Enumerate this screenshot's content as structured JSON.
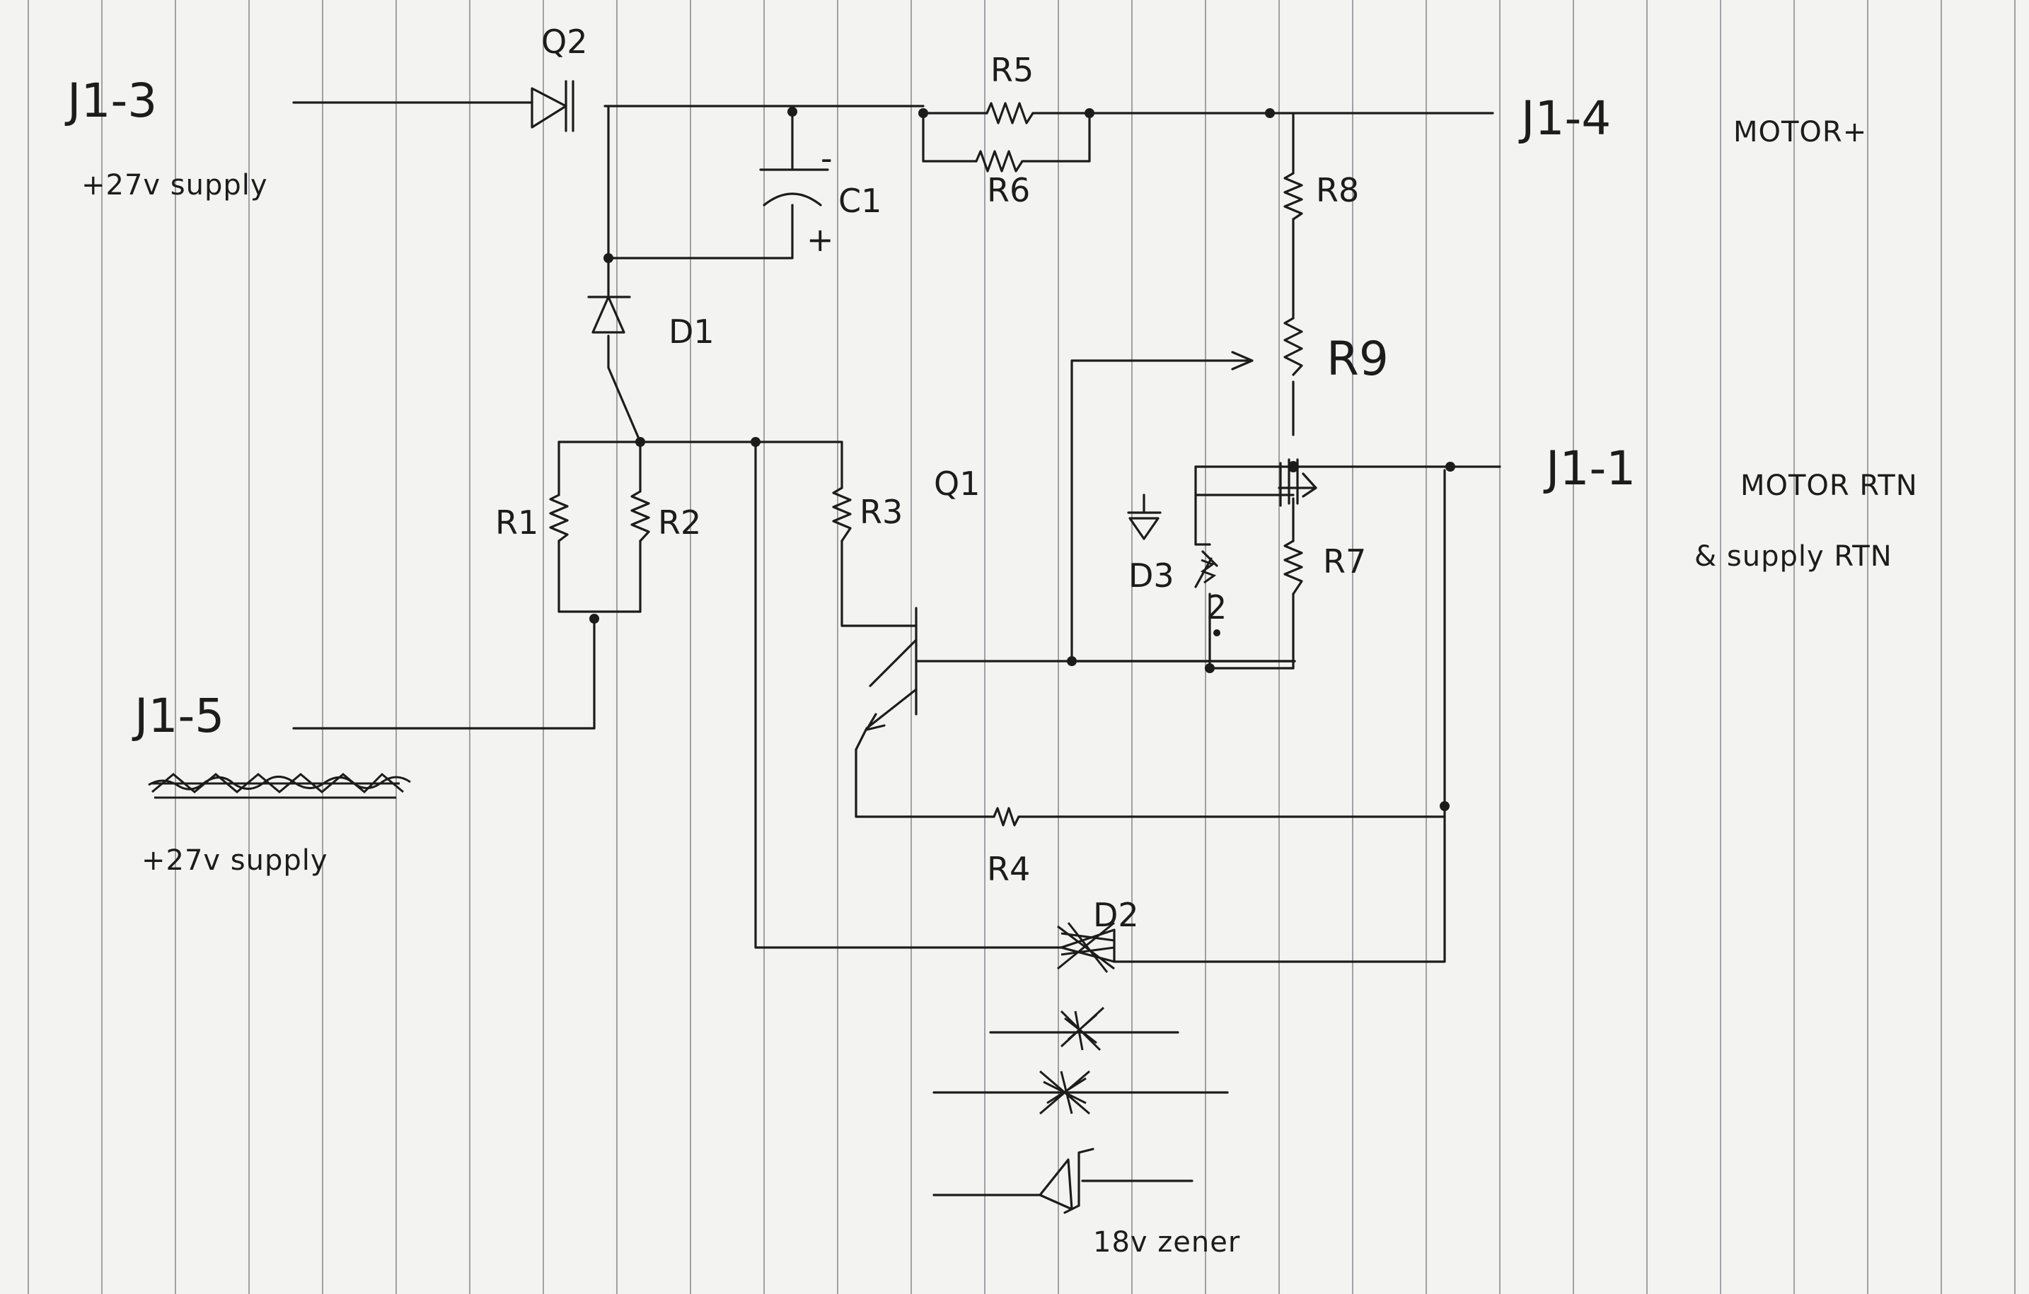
{
  "connectors": {
    "j1_3": "J1-3",
    "j1_4": "J1-4",
    "j1_1": "J1-1",
    "j1_5": "J1-5"
  },
  "notes": {
    "supply_top": "+27v supply",
    "supply_bottom": "+27v supply",
    "motor_plus": "MOTOR+",
    "motor_rtn": "MOTOR RTN",
    "supply_rtn": "& supply RTN",
    "zener_note": "18v zener"
  },
  "components": {
    "q2": "Q2",
    "q1": "Q1",
    "r1": "R1",
    "r2": "R2",
    "r3": "R3",
    "r4": "R4",
    "r5": "R5",
    "r6": "R6",
    "r7": "R7",
    "r8": "R8",
    "r9": "R9",
    "c1": "C1",
    "c1_minus": "-",
    "c1_plus": "+",
    "d1": "D1",
    "d2": "D2",
    "d3": "D3",
    "d3_pin": "2"
  }
}
